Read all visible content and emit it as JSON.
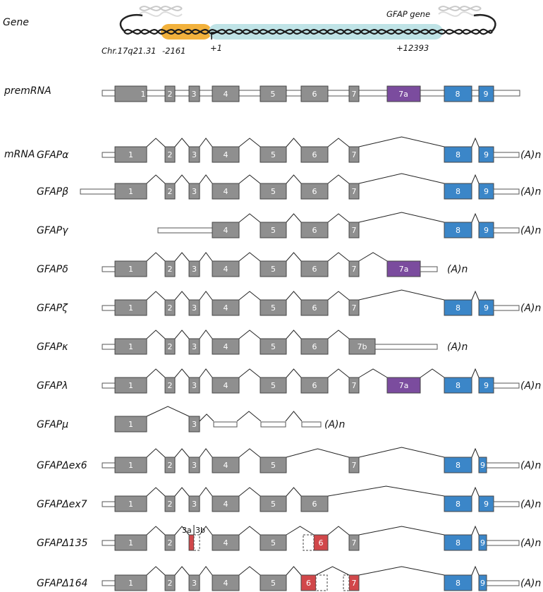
{
  "gene_section": {
    "label": "Gene",
    "chromosome": "Chr.17q21.31",
    "gene_name": "GFAP gene",
    "promoter_start": "-2161",
    "tss": "+1",
    "gene_end": "+12393"
  },
  "premrna_label": "premRNA",
  "mrna_label": "mRNA",
  "polya_label": "(A)n",
  "colors": {
    "exon": "#8f8f8f",
    "exon_7a": "#7b4c9e",
    "exon_89": "#3b86c8",
    "exon_deleted": "#d1474a",
    "utr": "#ffffff",
    "promoter": "#f2b13c",
    "gene_body": "#bfe3e6"
  },
  "exon_columns": [
    "1",
    "2",
    "3",
    "4",
    "5",
    "6",
    "7",
    "7a",
    "8",
    "9"
  ],
  "isoforms": [
    {
      "name": "GFAPα",
      "exons": [
        "1",
        "2",
        "3",
        "4",
        "5",
        "6",
        "7",
        "8",
        "9"
      ]
    },
    {
      "name": "GFAPβ",
      "exons": [
        "1",
        "2",
        "3",
        "4",
        "5",
        "6",
        "7",
        "8",
        "9"
      ]
    },
    {
      "name": "GFAPγ",
      "exons": [
        "4",
        "5",
        "6",
        "7",
        "8",
        "9"
      ]
    },
    {
      "name": "GFAPδ",
      "exons": [
        "1",
        "2",
        "3",
        "4",
        "5",
        "6",
        "7",
        "7a"
      ]
    },
    {
      "name": "GFAPζ",
      "exons": [
        "1",
        "2",
        "3",
        "4",
        "5",
        "6",
        "7",
        "8",
        "9"
      ]
    },
    {
      "name": "GFAPκ",
      "exons": [
        "1",
        "2",
        "3",
        "4",
        "5",
        "6",
        "7b"
      ]
    },
    {
      "name": "GFAPλ",
      "exons": [
        "1",
        "2",
        "3",
        "4",
        "5",
        "6",
        "7",
        "7a",
        "8",
        "9"
      ]
    },
    {
      "name": "GFAPμ",
      "exons": [
        "1",
        "3"
      ]
    },
    {
      "name": "GFAPΔex6",
      "exons": [
        "1",
        "2",
        "3",
        "4",
        "5",
        "7",
        "8",
        "9"
      ]
    },
    {
      "name": "GFAPΔex7",
      "exons": [
        "1",
        "2",
        "3",
        "4",
        "5",
        "6",
        "8",
        "9"
      ]
    },
    {
      "name": "GFAPΔ135",
      "exons": [
        "1",
        "2",
        "3a",
        "3b",
        "4",
        "5",
        "6",
        "7",
        "8",
        "9"
      ]
    },
    {
      "name": "GFAPΔ164",
      "exons": [
        "1",
        "2",
        "3",
        "4",
        "5",
        "6",
        "7",
        "8",
        "9"
      ]
    }
  ]
}
